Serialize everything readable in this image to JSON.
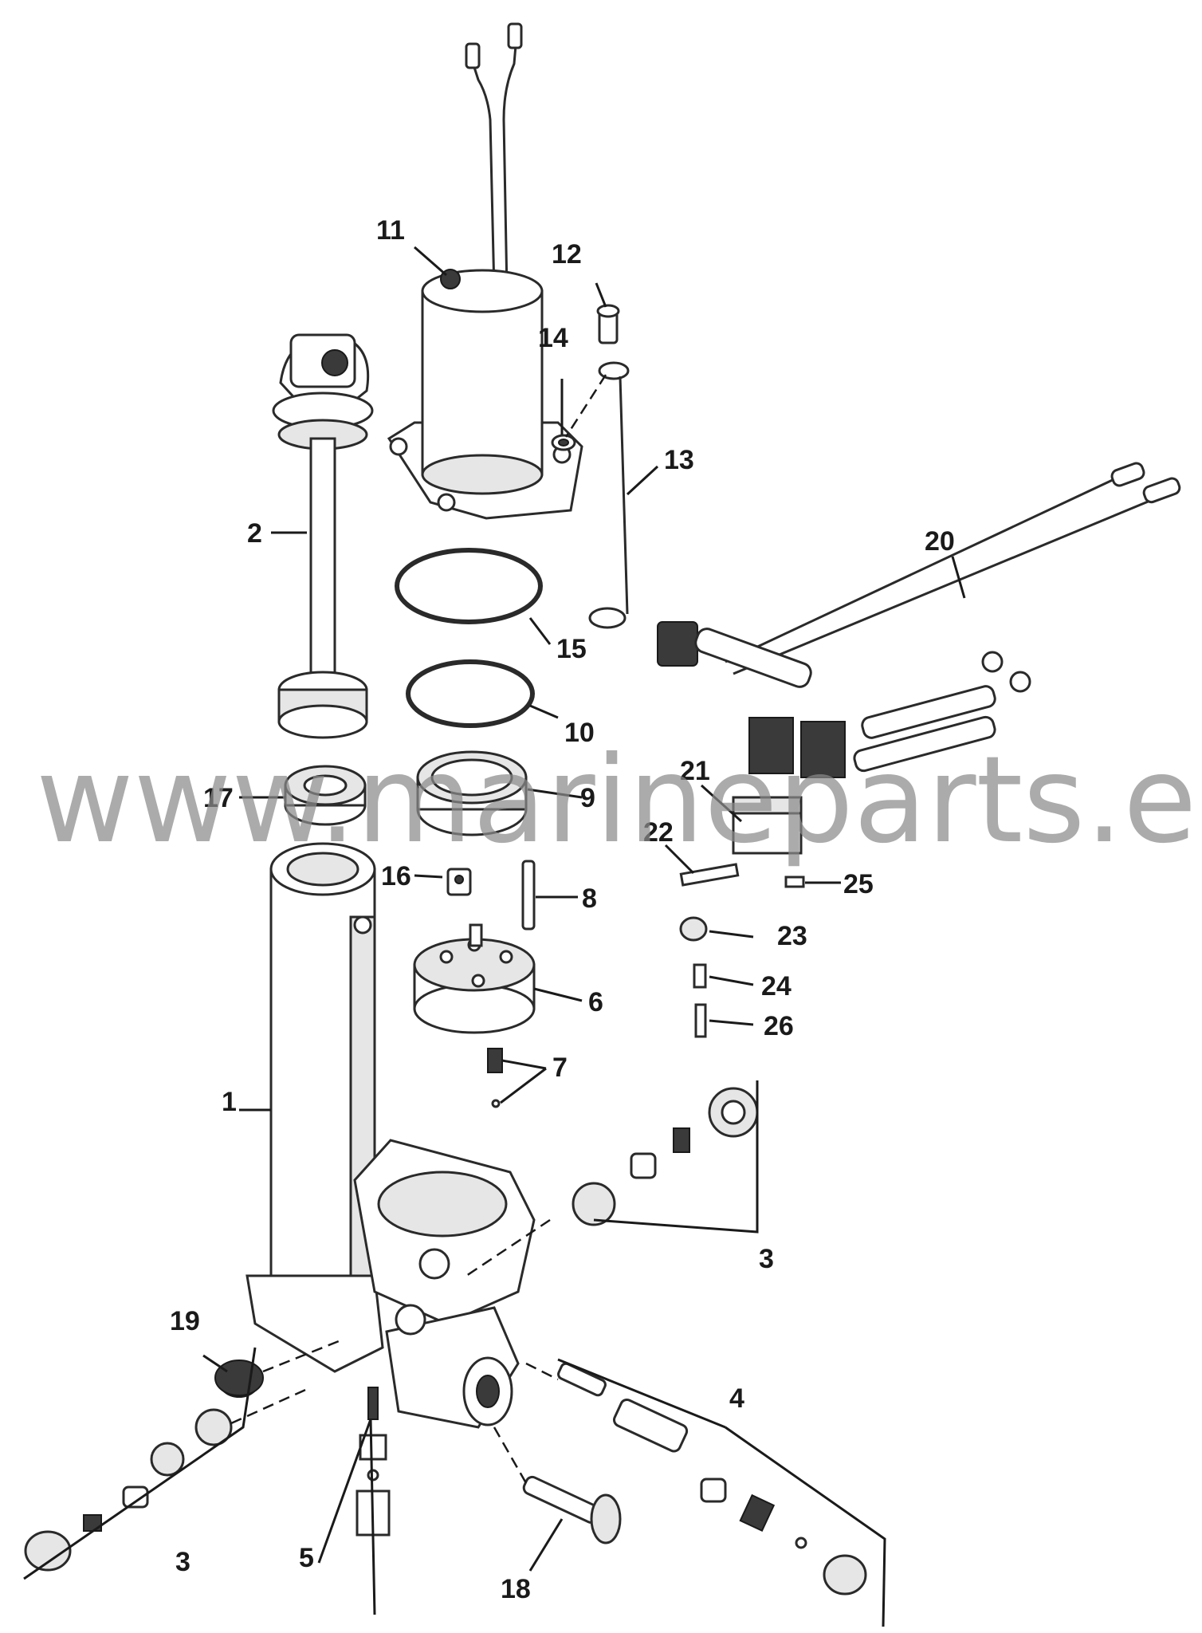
{
  "watermark": "www.marineparts.eu",
  "callouts": {
    "c1": "1",
    "c2": "2",
    "c3a": "3",
    "c3b": "3",
    "c4": "4",
    "c5": "5",
    "c6": "6",
    "c7": "7",
    "c8": "8",
    "c9": "9",
    "c10": "10",
    "c11": "11",
    "c12": "12",
    "c13": "13",
    "c14": "14",
    "c15": "15",
    "c16": "16",
    "c17": "17",
    "c18": "18",
    "c19": "19",
    "c20": "20",
    "c21": "21",
    "c22": "22",
    "c23": "23",
    "c24": "24",
    "c25": "25",
    "c26": "26"
  }
}
